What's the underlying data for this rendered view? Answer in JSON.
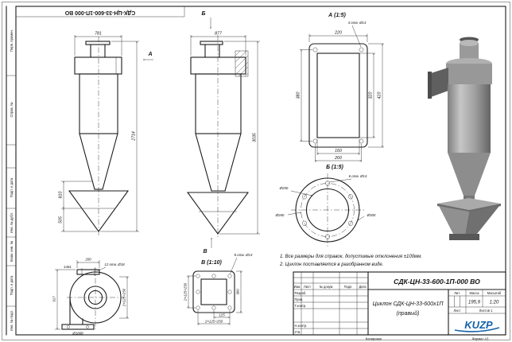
{
  "sheet": {
    "doc_number_top": "СДК-ЦН-33-600-1П-000 ВО",
    "copied": "Копировал",
    "format": "Формат А3"
  },
  "side_strip": {
    "fields": [
      "Перв. примен.",
      "Справ. №",
      "Подп. и дата",
      "Инв. № дубл.",
      "Взам. инв. №",
      "Подп. и дата",
      "Инв. № подл."
    ]
  },
  "front_view": {
    "label": "А",
    "dim_width": "781",
    "dim_height": "2714",
    "dim_umbrella": "810",
    "dim_tip": "505"
  },
  "side_view": {
    "label_top": "Б",
    "label_bottom": "В",
    "dim_width": "877",
    "dim_height": "3035"
  },
  "detail_a": {
    "title": "А (1:5)",
    "holes_note": "4 отв. Ø14",
    "dim_top": "220",
    "dim_left": "380",
    "dim_inner_right": "320",
    "dim_outer_right": "420",
    "dim_bottom_inner": "160",
    "dim_bottom_outer": "260"
  },
  "detail_b": {
    "title": "Б (1:5)",
    "holes_note": "6 отв. Ø14",
    "dia_inner": "Ø200",
    "dia_bolt": "Ø260",
    "dia_outer": "Ø300"
  },
  "detail_v": {
    "title": "В (1:10)",
    "holes_note": "8 отв. Ø14",
    "dim_left": "2×125=250",
    "dim_bottom1": "125",
    "dim_bottom2": "2×125=250",
    "dim_right": "300"
  },
  "volute_view": {
    "dim_top": "200",
    "dim_top2": "1461",
    "dim_left": "917",
    "holes_note": "12 отв. Ø18",
    "dim_right": "2×125=250",
    "dia_bottom": "Ø1808"
  },
  "notes": {
    "line1": "1. Все размеры для справок, допустимые отклонения ±100мм.",
    "line2": "2. Циклон поставляется в разобранном виде."
  },
  "title_block": {
    "doc_number": "СДК-ЦН-33-600-1П-000 ВО",
    "name_line1": "Циклон СДК-ЦН-33-600х1П",
    "name_line2": "(правый)",
    "col_izm": "Изм.",
    "col_list": "Лист",
    "col_doc": "№ докум.",
    "col_podp": "Подп.",
    "col_data": "Дата",
    "row_razrab": "Разраб.",
    "row_prov": "Пров.",
    "row_tkontr": "Т.контр.",
    "row_nkontr": "Н.контр.",
    "row_utv": "Утв.",
    "lit": "Лит.",
    "massa": "Масса",
    "masshtab": "Масштаб",
    "massa_value": "195,9",
    "scale_value": "1:20",
    "list_label": "Лист",
    "listov_label": "Листов 1",
    "logo": "KUZP"
  }
}
